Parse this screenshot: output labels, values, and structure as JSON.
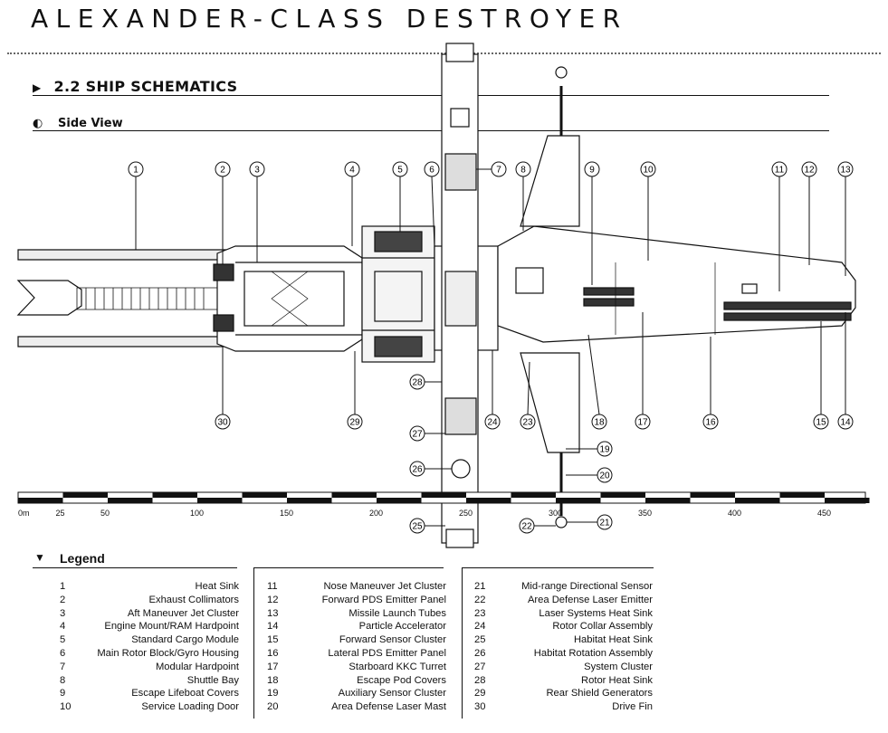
{
  "title": "ALEXANDER-CLASS DESTROYER",
  "section": "2.2 SHIP SCHEMATICS",
  "subsection": "Side View",
  "legend_title": "Legend",
  "scale_labels": [
    "0m",
    "25",
    "50",
    "100",
    "150",
    "200",
    "250",
    "300",
    "350",
    "400",
    "450"
  ],
  "scale_values": [
    0,
    25,
    50,
    100,
    150,
    200,
    250,
    300,
    350,
    400,
    450
  ],
  "callouts": [
    {
      "n": "1",
      "label": "Heat Sink"
    },
    {
      "n": "2",
      "label": "Exhaust Collimators"
    },
    {
      "n": "3",
      "label": "Aft Maneuver Jet Cluster"
    },
    {
      "n": "4",
      "label": "Engine Mount/RAM Hardpoint"
    },
    {
      "n": "5",
      "label": "Standard Cargo Module"
    },
    {
      "n": "6",
      "label": "Main Rotor Block/Gyro Housing"
    },
    {
      "n": "7",
      "label": "Modular Hardpoint"
    },
    {
      "n": "8",
      "label": "Shuttle Bay"
    },
    {
      "n": "9",
      "label": "Escape Lifeboat Covers"
    },
    {
      "n": "10",
      "label": "Service Loading Door"
    },
    {
      "n": "11",
      "label": "Nose Maneuver Jet Cluster"
    },
    {
      "n": "12",
      "label": "Forward PDS Emitter Panel"
    },
    {
      "n": "13",
      "label": "Missile Launch Tubes"
    },
    {
      "n": "14",
      "label": "Particle Accelerator"
    },
    {
      "n": "15",
      "label": "Forward Sensor Cluster"
    },
    {
      "n": "16",
      "label": "Lateral PDS Emitter Panel"
    },
    {
      "n": "17",
      "label": "Starboard KKC Turret"
    },
    {
      "n": "18",
      "label": "Escape Pod  Covers"
    },
    {
      "n": "19",
      "label": "Auxiliary Sensor Cluster"
    },
    {
      "n": "20",
      "label": "Area Defense Laser Mast"
    },
    {
      "n": "21",
      "label": "Mid-range Directional Sensor"
    },
    {
      "n": "22",
      "label": "Area Defense Laser Emitter"
    },
    {
      "n": "23",
      "label": "Laser Systems Heat Sink"
    },
    {
      "n": "24",
      "label": "Rotor Collar Assembly"
    },
    {
      "n": "25",
      "label": "Habitat Heat Sink"
    },
    {
      "n": "26",
      "label": "Habitat Rotation Assembly"
    },
    {
      "n": "27",
      "label": "System Cluster"
    },
    {
      "n": "28",
      "label": "Rotor Heat Sink"
    },
    {
      "n": "29",
      "label": "Rear Shield Generators"
    },
    {
      "n": "30",
      "label": "Drive Fin"
    }
  ]
}
